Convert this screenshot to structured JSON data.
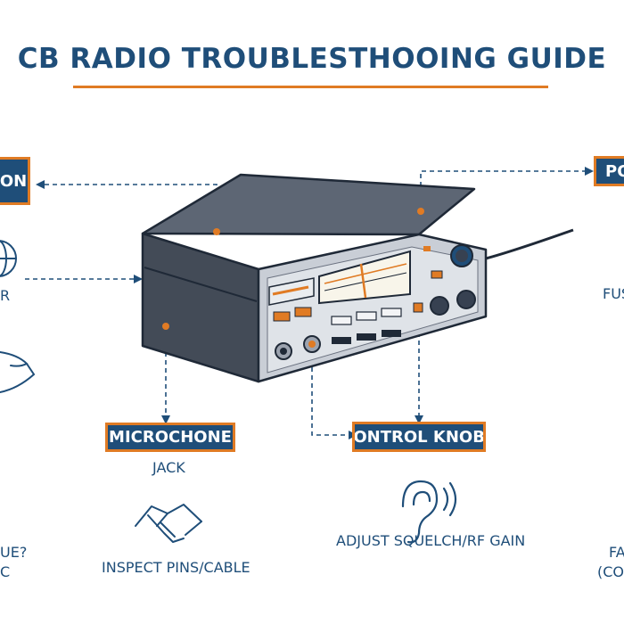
{
  "title": "CB RADIO TROUBLESTHOOING GUIDE",
  "labels": {
    "left_box": "ON",
    "right_box": "PO",
    "microphone": "MICROCHONE",
    "control_knobs": "CONTROL KNOBS"
  },
  "captions": {
    "left_r": "R",
    "jack": "JACK",
    "inspect": "INSPECT PINS/CABLE",
    "adjust": "ADJUST SQUELCH/RF GAIN",
    "fus": "FUS",
    "ue": "UE?",
    "c": "C",
    "fa": "FA",
    "co": "(CO"
  },
  "colors": {
    "navy": "#1f4e79",
    "orange": "#e07b24",
    "body": "#4b5563",
    "panel": "#c9ced6"
  },
  "icons": [
    "globe-icon",
    "hand-icon",
    "handshake-icon",
    "ear-icon"
  ]
}
